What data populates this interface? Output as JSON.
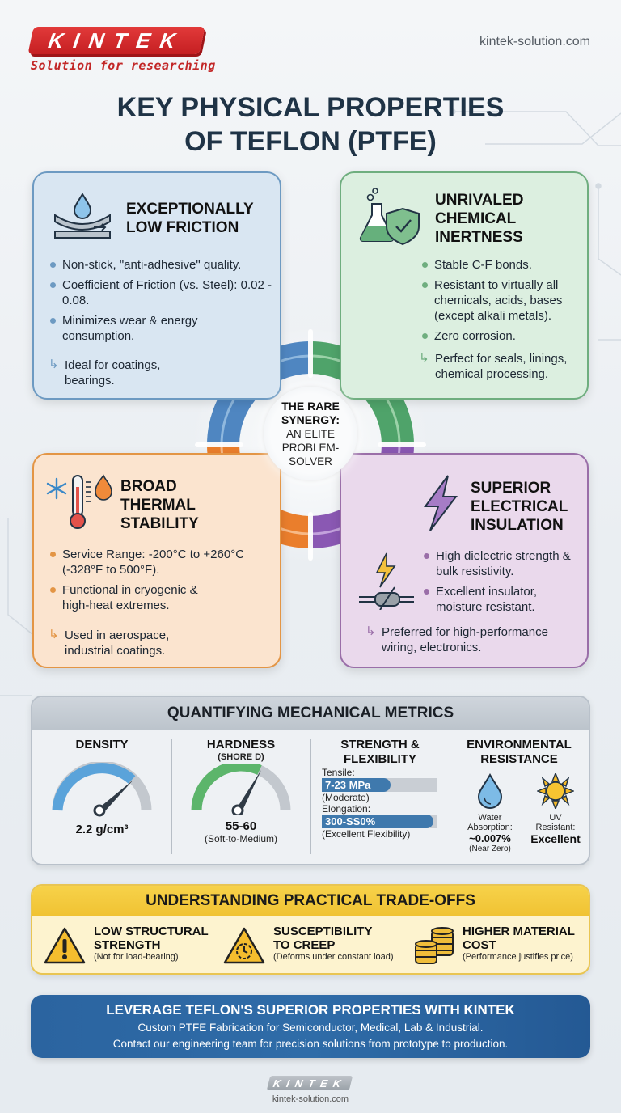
{
  "header": {
    "logo_text": "KINTEK",
    "tagline": "Solution for researching",
    "site_url": "kintek-solution.com",
    "title_line1": "KEY PHYSICAL PROPERTIES",
    "title_line2": "OF TEFLON (PTFE)"
  },
  "center": {
    "line1": "THE RARE",
    "line2": "SYNERGY:",
    "line3": "AN ELITE",
    "line4": "PROBLEM-",
    "line5": "SOLVER"
  },
  "cards": {
    "friction": {
      "title_l1": "EXCEPTIONALLY",
      "title_l2": "LOW FRICTION",
      "icon": "water-drop-sliding-surface-icon",
      "color": "#6d9ac2",
      "bullets": [
        "Non-stick, \"anti-adhesive\" quality.",
        "Coefficient of Friction (vs. Steel): 0.02 - 0.08.",
        "Minimizes wear & energy consumption."
      ],
      "note": "Ideal for coatings, bearings."
    },
    "chemical": {
      "title_l1": "UNRIVALED",
      "title_l2": "CHEMICAL",
      "title_l3": "INERTNESS",
      "icon": "flask-shield-icon",
      "color": "#6fae7f",
      "bullets": [
        "Stable C-F bonds.",
        "Resistant to virtually all chemicals, acids, bases (except alkali metals).",
        "Zero corrosion."
      ],
      "note": "Perfect for seals, linings, chemical processing."
    },
    "thermal": {
      "title_l1": "BROAD",
      "title_l2": "THERMAL",
      "title_l3": "STABILITY",
      "icon": "thermometer-snowflake-flame-icon",
      "color": "#e39545",
      "bullets": [
        "Service Range: -200°C to +260°C (-328°F to 500°F).",
        "Functional in cryogenic & high-heat extremes."
      ],
      "note": "Used in aerospace, industrial coatings."
    },
    "electrical": {
      "title_l1": "SUPERIOR",
      "title_l2": "ELECTRICAL",
      "title_l3": "INSULATION",
      "icon": "lightning-bolt-icon",
      "color": "#9a6ea8",
      "bullets": [
        "High dielectric strength & bulk resistivity.",
        "Excellent insulator, moisture resistant."
      ],
      "note": "Preferred for high-performance wiring, electronics."
    }
  },
  "metrics": {
    "title": "QUANTIFYING MECHANICAL METRICS",
    "density": {
      "label": "DENSITY",
      "value": "2.2 g/cm³",
      "gauge_pct": 72,
      "color": "#5aa3da"
    },
    "hardness": {
      "label": "HARDNESS",
      "sub": "(SHORE D)",
      "value": "55-60",
      "note": "(Soft-to-Medium)",
      "gauge_pct": 62,
      "color": "#5cb56b"
    },
    "strength": {
      "label_l1": "STRENGTH &",
      "label_l2": "FLEXIBILITY",
      "tensile_label": "Tensile:",
      "tensile_value": "7-23 MPa",
      "tensile_pct": 60,
      "tensile_note": "(Moderate)",
      "elong_label": "Elongation:",
      "elong_value": "300-SS0%",
      "elong_pct": 97,
      "elong_note": "(Excellent Flexibility)"
    },
    "environment": {
      "label_l1": "ENVIRONMENTAL",
      "label_l2": "RESISTANCE",
      "water_l1": "Water",
      "water_l2": "Absorption:",
      "water_value": "~0.007%",
      "water_note": "(Near Zero)",
      "uv_l1": "UV",
      "uv_l2": "Resistant:",
      "uv_value": "Excellent"
    }
  },
  "tradeoffs": {
    "title": "UNDERSTANDING PRACTICAL TRADE-OFFS",
    "items": [
      {
        "l1": "LOW STRUCTURAL",
        "l2": "STRENGTH",
        "sub": "(Not for load-bearing)",
        "icon": "warning-exclamation-icon"
      },
      {
        "l1": "SUSCEPTIBILITY",
        "l2": "TO CREEP",
        "sub": "(Deforms under constant load)",
        "icon": "warning-clock-icon"
      },
      {
        "l1": "HIGHER MATERIAL",
        "l2": "COST",
        "sub": "(Performance justifies price)",
        "icon": "coin-stack-icon"
      }
    ]
  },
  "cta": {
    "heading": "LEVERAGE TEFLON'S SUPERIOR PROPERTIES WITH KINTEK",
    "line1": "Custom PTFE Fabrication for Semiconductor, Medical, Lab & Industrial.",
    "line2": "Contact our engineering team for precision solutions from prototype to production."
  },
  "footer": {
    "logo_text": "KINTEK",
    "url": "kintek-solution.com"
  }
}
